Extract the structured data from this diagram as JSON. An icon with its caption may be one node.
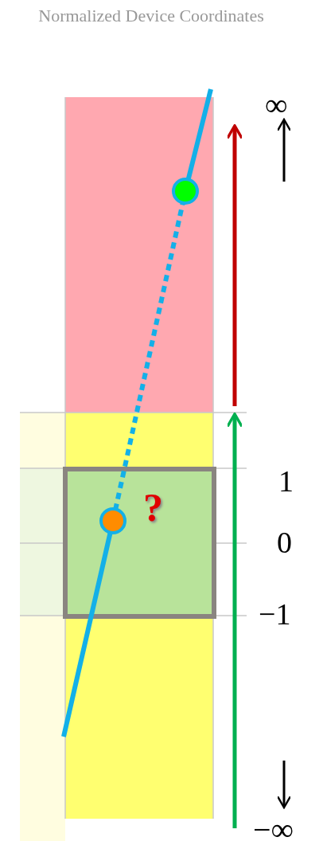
{
  "diagram": {
    "title": "Normalized Device Coordinates",
    "labels": [
      "∞",
      "1",
      "?",
      "0",
      "−1",
      "−∞"
    ]
  }
}
